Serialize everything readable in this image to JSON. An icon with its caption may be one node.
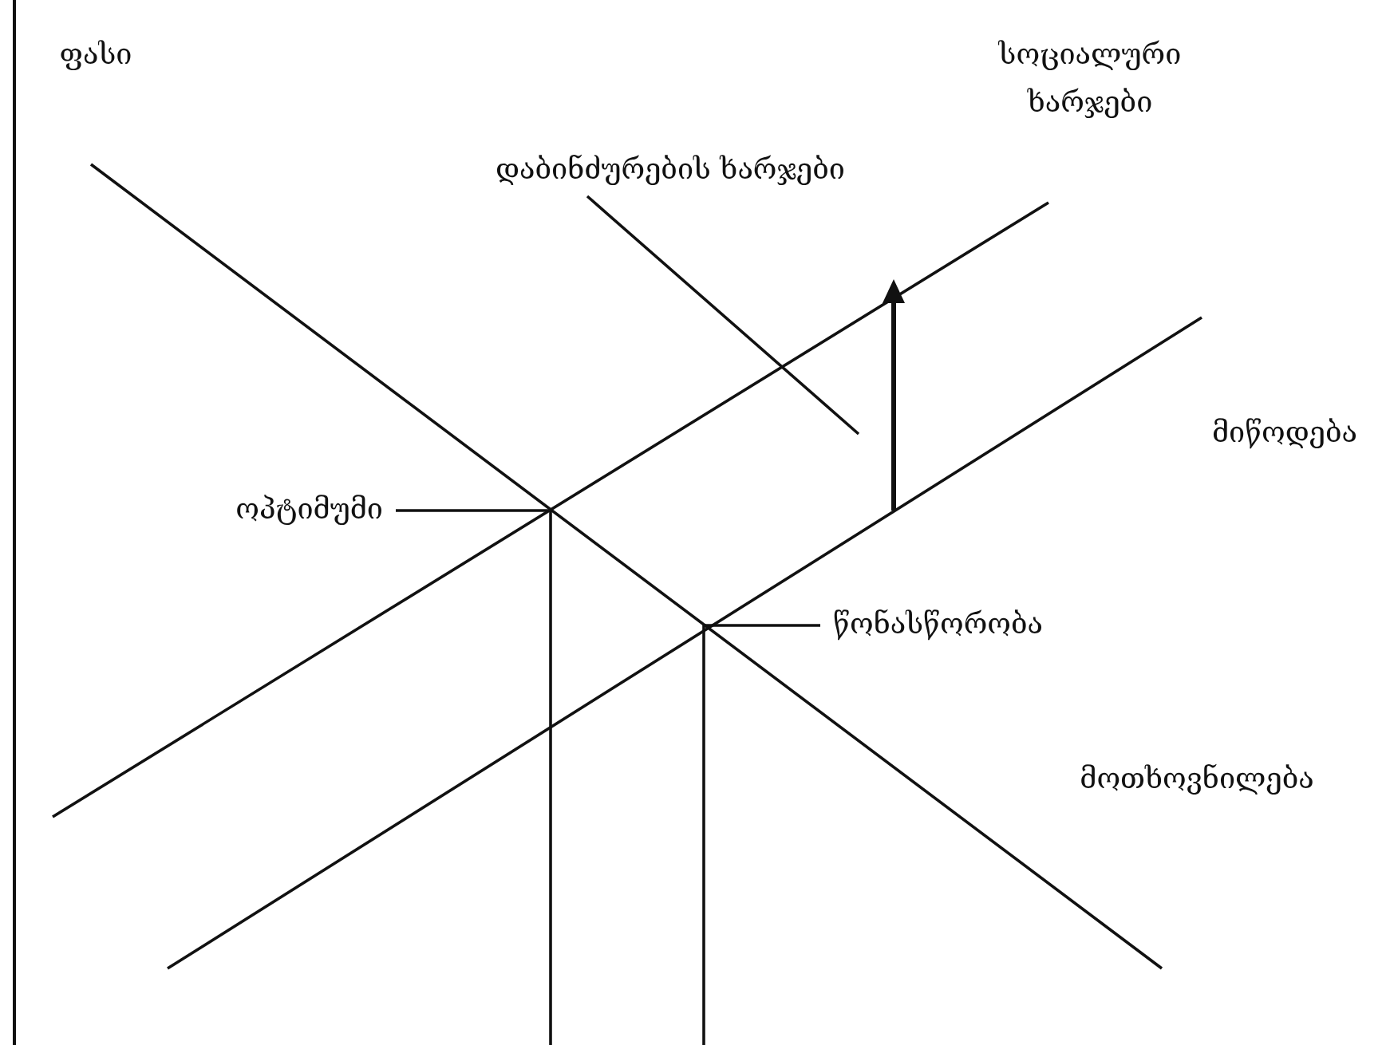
{
  "diagram": {
    "nodes": [
      {
        "text": [
          "დაბინძურების ხარჯები"
        ]
      },
      {
        "text": [
          "ოპტიმუმი"
        ]
      },
      {
        "text": [
          "წონასწორობა"
        ]
      }
    ],
    "edges": [
      {
        "from": 0,
        "to": null,
        "arrow": "none"
      },
      {
        "from": 1,
        "to": null,
        "arrow": "none"
      },
      {
        "from": 2,
        "to": null,
        "arrow": "none"
      }
    ],
    "labels": [
      "ფასი",
      "სოციალური ხარჯები",
      "მიწოდება",
      "მოთხოვნილება"
    ]
  }
}
